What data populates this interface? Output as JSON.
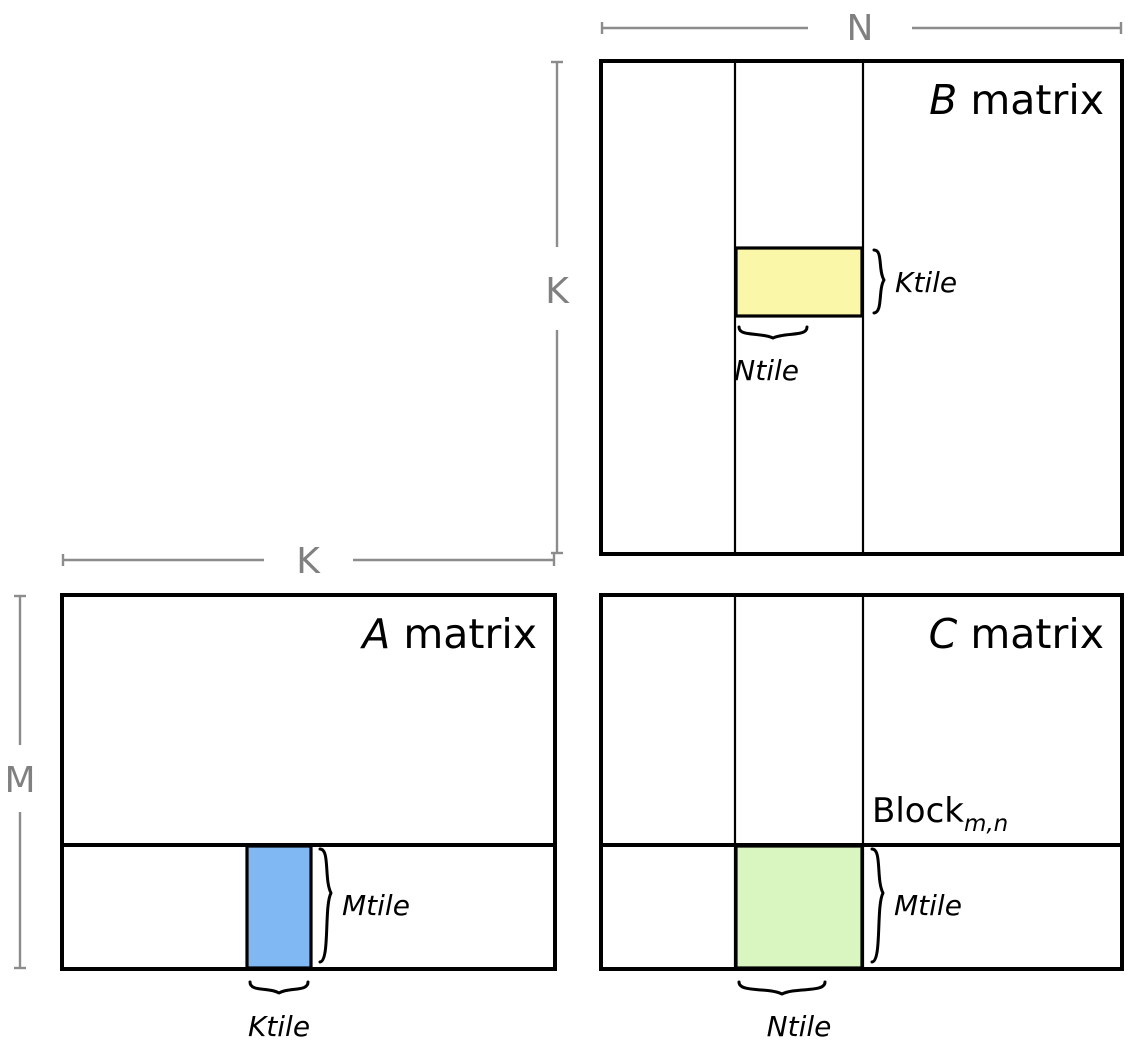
{
  "diagram": {
    "title_a": {
      "symbol": "A",
      "word": " matrix"
    },
    "title_b": {
      "symbol": "B",
      "word": " matrix"
    },
    "title_c": {
      "symbol": "C",
      "word": " matrix"
    },
    "block_label": {
      "base": "Block",
      "subscript": "m,n"
    },
    "dimensions": {
      "n": "N",
      "k_top": "K",
      "k_side": "K",
      "m": "M"
    },
    "tiles": {
      "b_ktile": "Ktile",
      "b_ntile": "Ntile",
      "a_mtile": "Mtile",
      "a_ktile": "Ktile",
      "c_mtile": "Mtile",
      "c_ntile": "Ntile"
    },
    "colors": {
      "outline": "#000000",
      "dimension_line": "#8c8c8c",
      "dimension_text": "#808080",
      "b_strip_fill": "#fdfdf0",
      "b_tile_fill": "#faf7a8",
      "a_strip_fill": "#e8f2fc",
      "a_tile_fill": "#7fb8f2",
      "c_tile_fill": "#d9f5c0",
      "background": "#ffffff"
    }
  }
}
